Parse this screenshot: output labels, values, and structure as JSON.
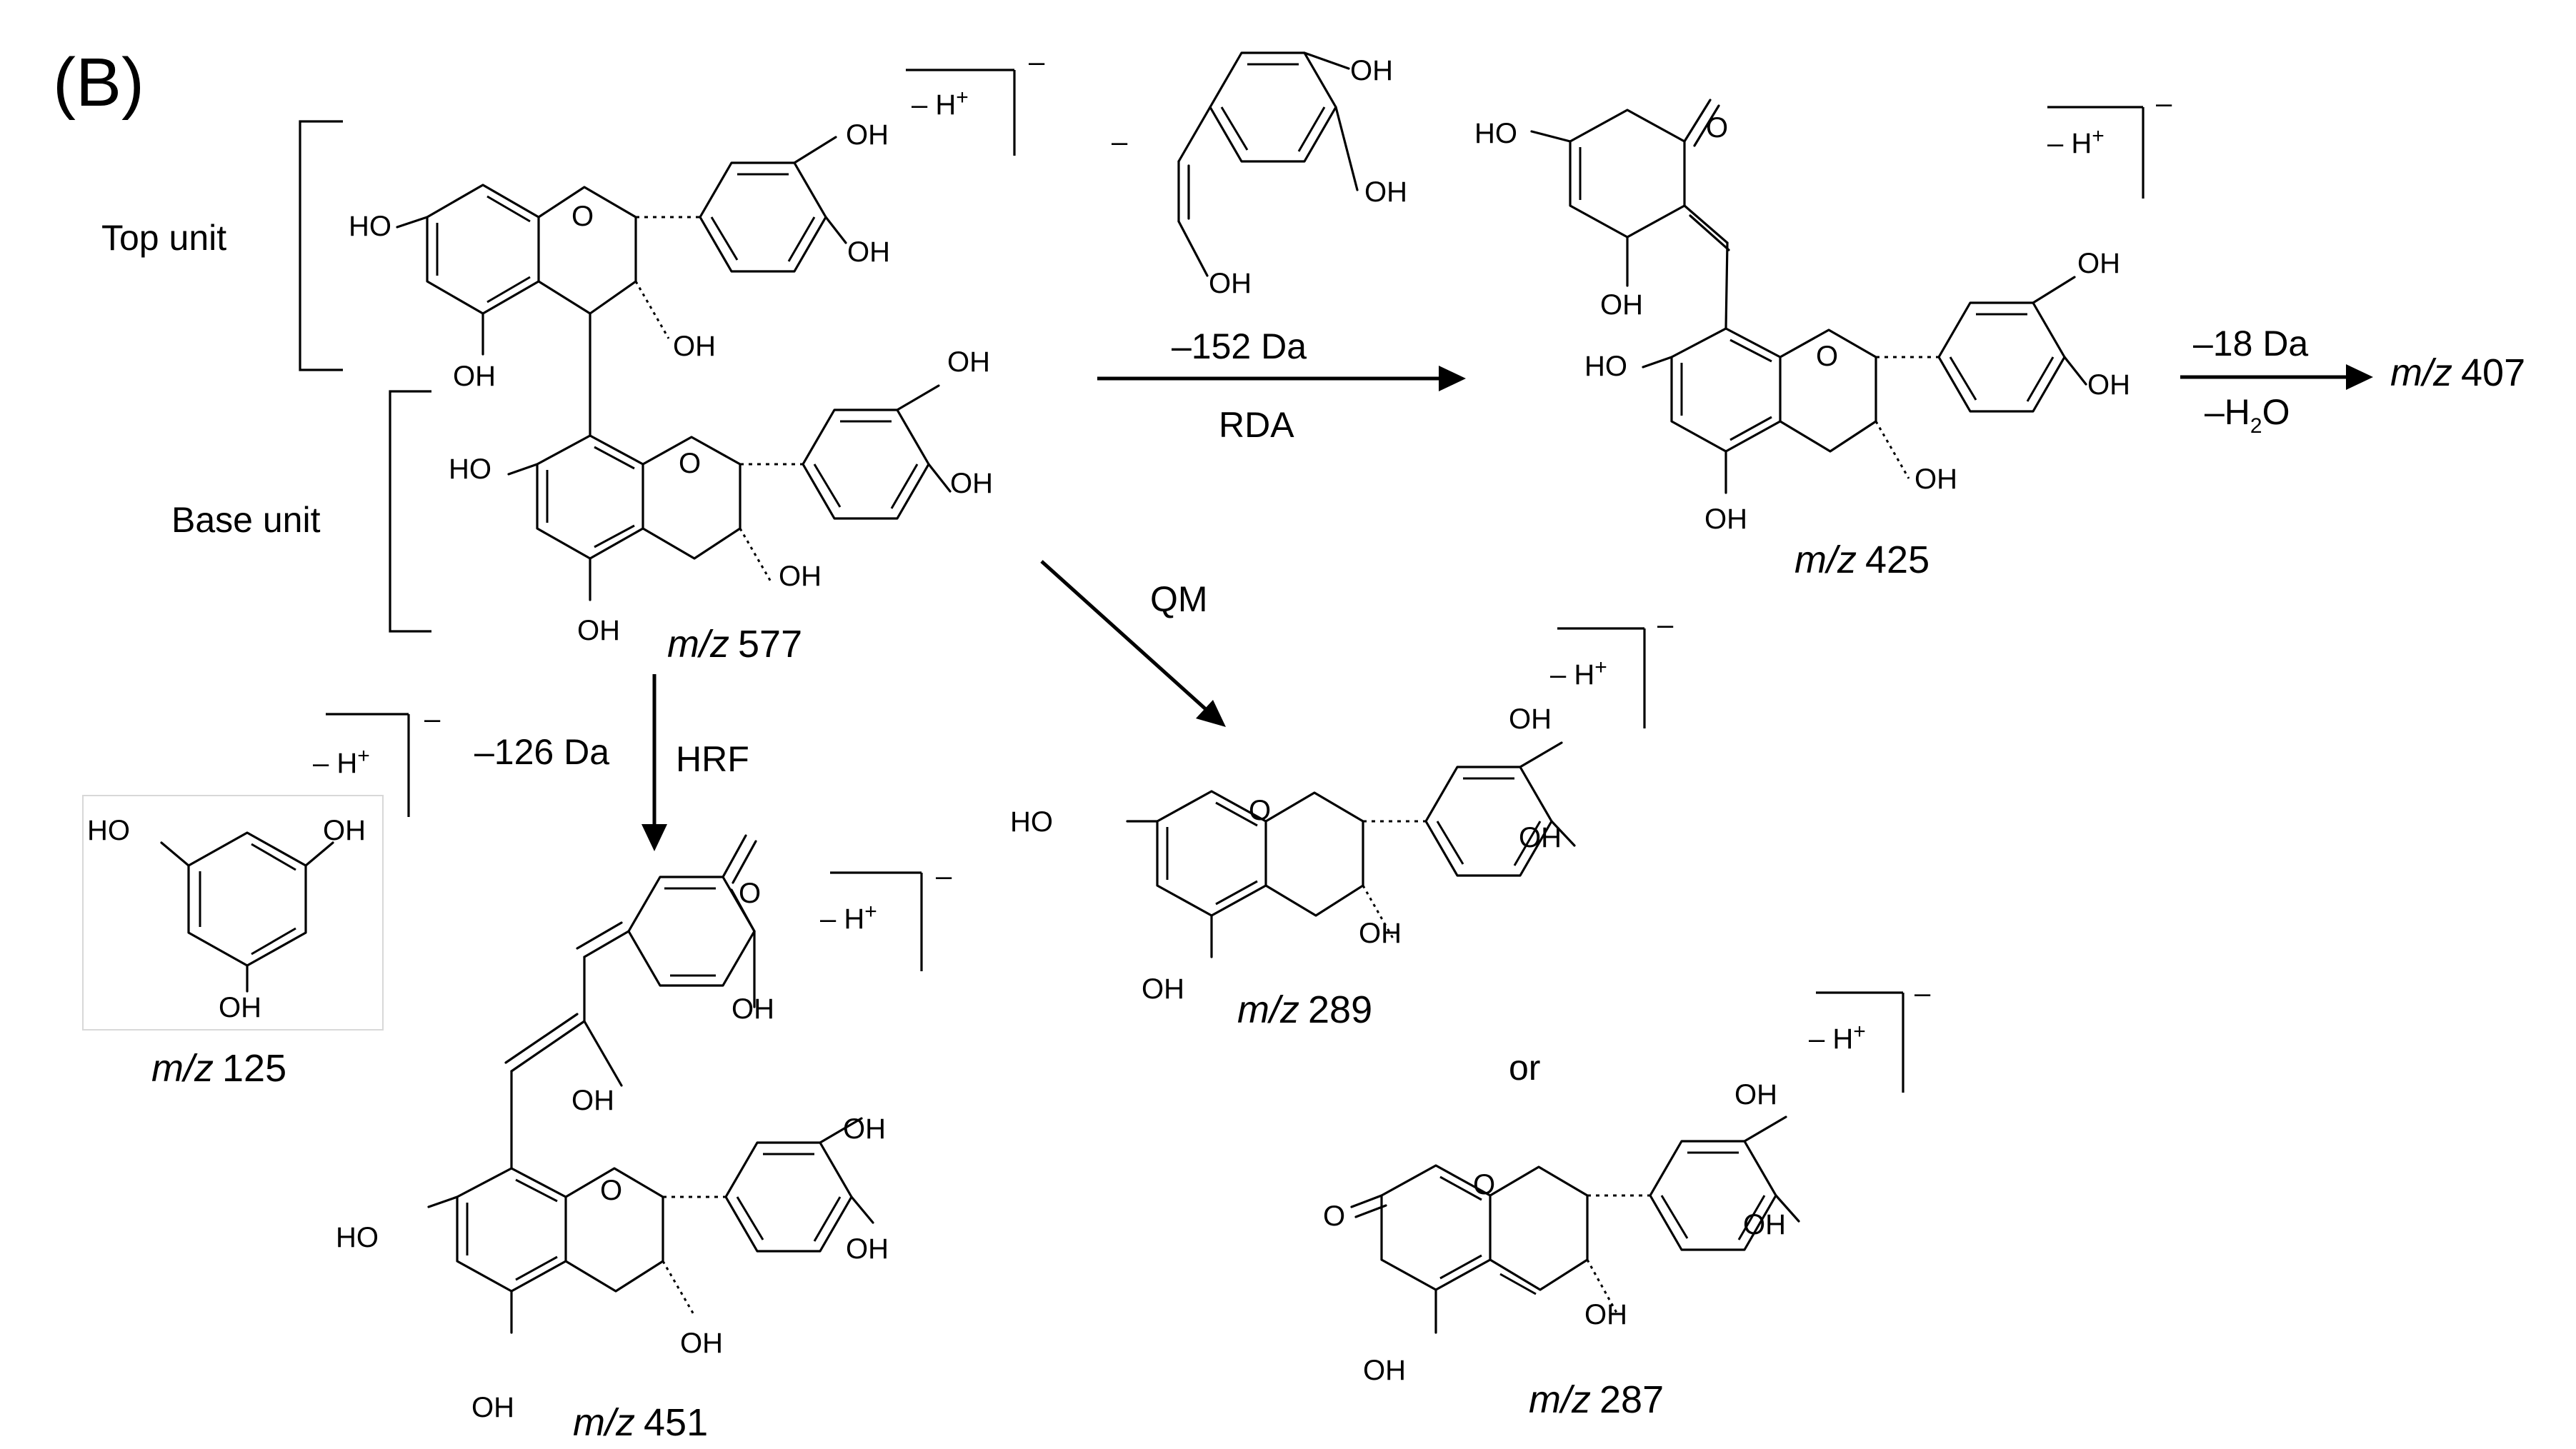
{
  "panel_label": "(B)",
  "units": {
    "top": "Top unit",
    "base": "Base unit"
  },
  "charge": {
    "minus_h": "– H",
    "plus": "+",
    "minus": "–"
  },
  "atoms": {
    "oh": "OH",
    "ho": "HO",
    "o": "O"
  },
  "parent": {
    "mz_prefix": "m/z",
    "mz_value": "577"
  },
  "neutral_loss": {
    "minus_sign": "–"
  },
  "reactions": {
    "rda": {
      "loss": "–152 Da",
      "name": "RDA"
    },
    "water": {
      "loss": "–18 Da",
      "name": "–H",
      "name_sub": "2",
      "name_tail": "O"
    },
    "qm": {
      "name": "QM"
    },
    "hrf": {
      "loss": "–126 Da",
      "name": "HRF"
    }
  },
  "products": {
    "p425": {
      "mz_prefix": "m/z",
      "mz_value": "425"
    },
    "p407": {
      "mz_prefix": "m/z",
      "mz_value": "407"
    },
    "p289": {
      "mz_prefix": "m/z",
      "mz_value": "289"
    },
    "p287": {
      "mz_prefix": "m/z",
      "mz_value": "287"
    },
    "p451": {
      "mz_prefix": "m/z",
      "mz_value": "451"
    },
    "p125": {
      "mz_prefix": "m/z",
      "mz_value": "125"
    }
  },
  "or_text": "or"
}
